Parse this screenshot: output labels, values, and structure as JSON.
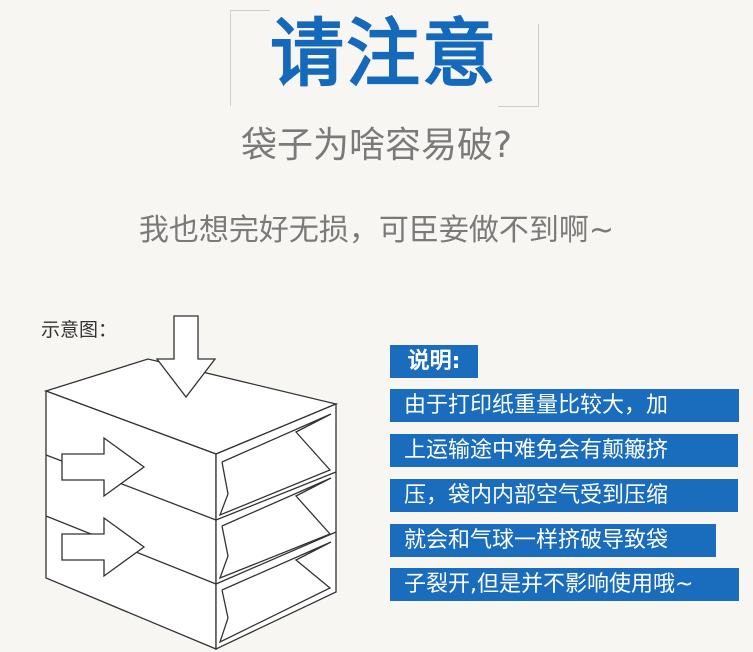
{
  "title": "请注意",
  "subtitle": "袋子为啥容易破?",
  "tagline": "我也想完好无损，可臣妾做不到啊~",
  "diagram": {
    "label": "示意图："
  },
  "note": {
    "header": "说明:",
    "lines": [
      "由于打印纸重量比较大，加",
      "上运输途中难免会有颠簸挤",
      "压，袋内内部空气受到压缩",
      "就会和气球一样挤破导致袋",
      "子裂开,但是并不影响使用哦~"
    ]
  }
}
